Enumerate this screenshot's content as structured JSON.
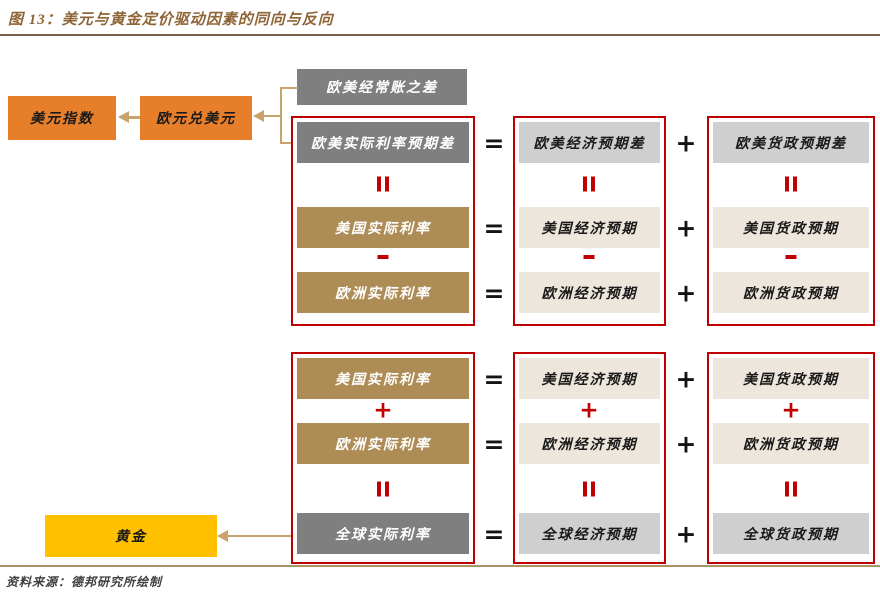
{
  "title": "图 13：美元与黄金定价驱动因素的同向与反向",
  "source_note": "资料来源：德邦研究所绘制",
  "operators": {
    "equals": "=",
    "plus": "+",
    "minus": "−",
    "vertical_equals": "‖"
  },
  "nodes": {
    "usd_index": "美元指数",
    "eur_usd": "欧元兑美元",
    "current_account_diff": "欧美经常账之差",
    "gold": "黄金"
  },
  "usd_block": {
    "real_rate": {
      "header": "欧美实际利率预期差",
      "us": "美国实际利率",
      "eu": "欧洲实际利率"
    },
    "economy": {
      "header": "欧美经济预期差",
      "us": "美国经济预期",
      "eu": "欧洲经济预期"
    },
    "monetary": {
      "header": "欧美货政预期差",
      "us": "美国货政预期",
      "eu": "欧洲货政预期"
    }
  },
  "gold_block": {
    "real_rate": {
      "us": "美国实际利率",
      "eu": "欧洲实际利率",
      "global": "全球实际利率"
    },
    "economy": {
      "us": "美国经济预期",
      "eu": "欧洲经济预期",
      "global": "全球经济预期"
    },
    "monetary": {
      "us": "美国货政预期",
      "eu": "欧洲货政预期",
      "global": "全球货政预期"
    }
  },
  "colors": {
    "orange": "#E67E2A",
    "tan": "#AE8C55",
    "dark_gray": "#7F7F7F",
    "light_gray": "#D0CFCF",
    "cream": "#EDE6DC",
    "yellow": "#FFC000",
    "red_accent": "#C00000",
    "arrow_tan": "#C9A36B",
    "title_brown": "#8E6536"
  }
}
